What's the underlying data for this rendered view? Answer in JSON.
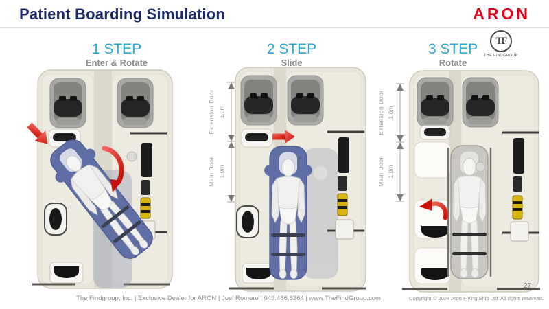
{
  "header": {
    "title": "Patient Boarding Simulation",
    "brand": "ARON",
    "logo_initials": "TF",
    "logo_name": "THE FINDGROUP"
  },
  "steps": [
    {
      "label": "1 STEP",
      "subtitle": "Enter & Rotate"
    },
    {
      "label": "2 STEP",
      "subtitle": "Slide"
    },
    {
      "label": "3 STEP",
      "subtitle": "Rotate"
    }
  ],
  "dims": {
    "extension_label": "Extension Door",
    "extension_value": "1.0m",
    "main_label": "Main Door",
    "main_value": "1.0m"
  },
  "footer": {
    "info": "The Findgroup, Inc. | Exclusive Dealer for ARON |  Joel Romero  |  949.466.6264  | www.TheFindGroup.com",
    "page_number": "27",
    "copyright": "Copyright © 2024 Aron Flying Ship Ltd. All rights reserved."
  },
  "colors": {
    "title_navy": "#1b2a6b",
    "step_cyan": "#29a8df",
    "subtitle_gray": "#8b8b8b",
    "brand_red": "#e3001b",
    "arrow_red": "#d8160c",
    "stretcher_blue": "#5f6fa5",
    "cabin_cream": "#e9e6db"
  }
}
